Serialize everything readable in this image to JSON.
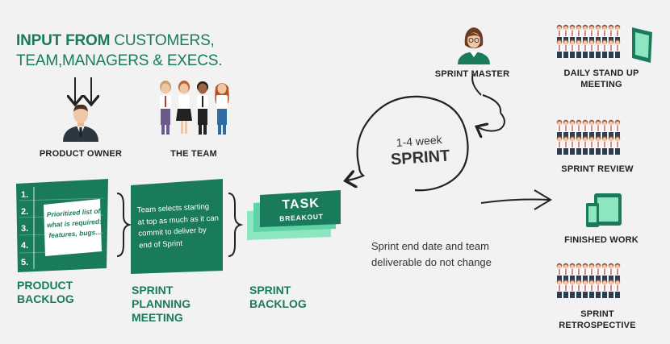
{
  "heading": {
    "bold": "INPUT FROM",
    "line1_rest": " CUSTOMERS,",
    "line2": "TEAM,MANAGERS & EXECS."
  },
  "product_owner": {
    "label": "PRODUCT OWNER"
  },
  "the_team": {
    "label": "THE TEAM"
  },
  "product_backlog": {
    "numbers": [
      "1.",
      "2.",
      "3.",
      "4.",
      "5."
    ],
    "card_text": [
      "Prioritized list of",
      "what is required:",
      "features, bugs..."
    ],
    "label": [
      "PRODUCT",
      "BACKLOG"
    ]
  },
  "sprint_planning": {
    "card_text": [
      "Team selects starting",
      "at top as much as it can",
      "commit to deliver by",
      "end of Sprint"
    ],
    "label": [
      "SPRINT",
      "PLANNING",
      "MEETING"
    ]
  },
  "sprint_backlog": {
    "task_title": "TASK",
    "task_sub": "BREAKOUT",
    "label": [
      "SPRINT",
      "BACKLOG"
    ]
  },
  "sprint_cycle": {
    "duration": "1-4 week",
    "word": "SPRINT"
  },
  "sprint_note": [
    "Sprint end date and team",
    "deliverable do not change"
  ],
  "sprint_master": {
    "label": "SPRINT MASTER"
  },
  "outcomes": {
    "daily_standup": [
      "DAILY STAND UP",
      "MEETING"
    ],
    "sprint_review": "SPRINT REVIEW",
    "finished_work": "FINISHED WORK",
    "retrospective": [
      "SPRINT",
      "RETROSPECTIVE"
    ]
  },
  "colors": {
    "brand_green": "#1a7a5c",
    "light_green": "#5fd3a6",
    "mint": "#8ee6c0",
    "background": "#f2f2f2"
  }
}
